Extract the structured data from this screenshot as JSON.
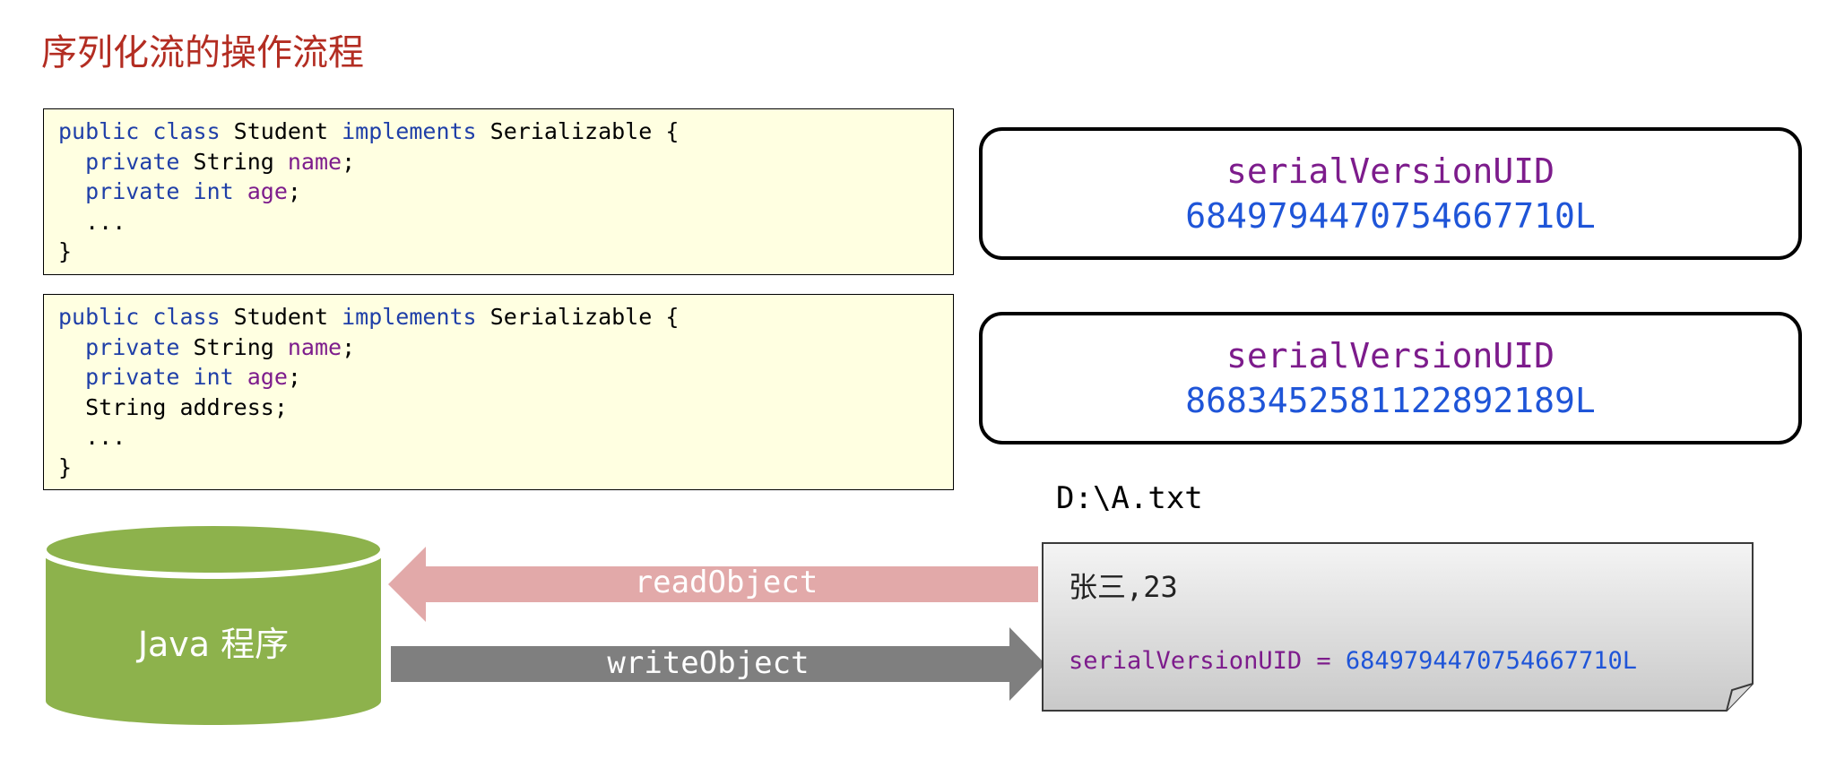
{
  "title": "序列化流的操作流程",
  "code_box_1": {
    "lines": [
      [
        {
          "t": "public class ",
          "c": "kw"
        },
        {
          "t": "Student ",
          "c": "plain"
        },
        {
          "t": "implements ",
          "c": "kw"
        },
        {
          "t": "Serializable {",
          "c": "plain"
        }
      ],
      [
        {
          "t": "  private ",
          "c": "kw"
        },
        {
          "t": "String ",
          "c": "plain"
        },
        {
          "t": "name",
          "c": "field"
        },
        {
          "t": ";",
          "c": "plain"
        }
      ],
      [
        {
          "t": "  private int ",
          "c": "kw"
        },
        {
          "t": "age",
          "c": "field"
        },
        {
          "t": ";",
          "c": "plain"
        }
      ],
      [
        {
          "t": "  ...",
          "c": "plain"
        }
      ],
      [
        {
          "t": "}",
          "c": "plain"
        }
      ]
    ]
  },
  "code_box_2": {
    "lines": [
      [
        {
          "t": "public class ",
          "c": "kw"
        },
        {
          "t": "Student ",
          "c": "plain"
        },
        {
          "t": "implements ",
          "c": "kw"
        },
        {
          "t": "Serializable {",
          "c": "plain"
        }
      ],
      [
        {
          "t": "  private ",
          "c": "kw"
        },
        {
          "t": "String ",
          "c": "plain"
        },
        {
          "t": "name",
          "c": "field"
        },
        {
          "t": ";",
          "c": "plain"
        }
      ],
      [
        {
          "t": "  private int ",
          "c": "kw"
        },
        {
          "t": "age",
          "c": "field"
        },
        {
          "t": ";",
          "c": "plain"
        }
      ],
      [
        {
          "t": "  String address;",
          "c": "plain"
        }
      ],
      [
        {
          "t": "  ...",
          "c": "plain"
        }
      ],
      [
        {
          "t": "}",
          "c": "plain"
        }
      ]
    ]
  },
  "uid_box_1": {
    "label": "serialVersionUID",
    "value": "6849794470754667710L"
  },
  "uid_box_2": {
    "label": "serialVersionUID",
    "value": "8683452581122892189L"
  },
  "file_path": "D:\\A.txt",
  "program": {
    "label": "Java 程序"
  },
  "arrows": {
    "read_label": "readObject",
    "write_label": "writeObject"
  },
  "file_doc": {
    "content_line": "张三,23",
    "uid_label": "serialVersionUID",
    "uid_eq": " = ",
    "uid_value": "6849794470754667710L"
  },
  "colors": {
    "title": "#b32d22",
    "code_bg": "#ffffe1",
    "keyword": "#1f3fa8",
    "field": "#7d1c8c",
    "uid_value": "#1f55d8",
    "cylinder": "#8db24c",
    "read_arrow": "#e2a9a9",
    "write_arrow": "#7f7f7f",
    "doc_fill": "#e3e3e3"
  },
  "icons": {
    "program": "database-cylinder-icon",
    "file": "document-icon"
  }
}
